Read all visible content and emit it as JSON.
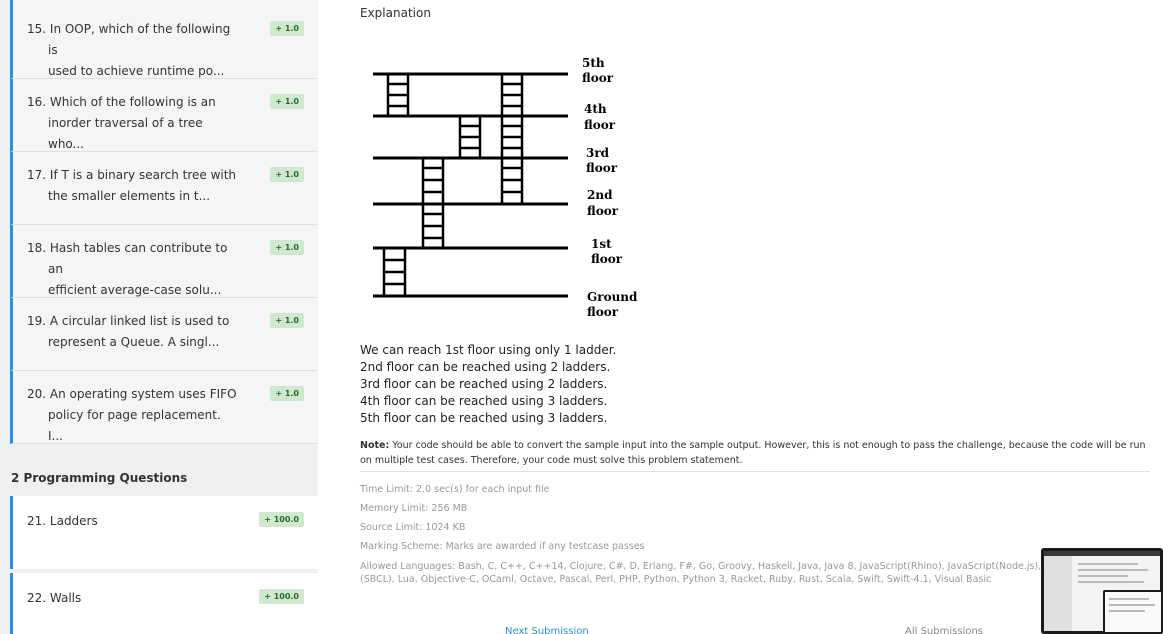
{
  "sidebar": {
    "mcq_items": [
      {
        "line1": "15. In OOP, which of the following is",
        "line2": "used to achieve runtime po...",
        "badge": "+ 1.0"
      },
      {
        "line1": "16. Which of the following is an",
        "line2": "inorder traversal of a tree who...",
        "badge": "+ 1.0"
      },
      {
        "line1": "17. If T is a binary search tree with",
        "line2": "the smaller elements in t...",
        "badge": "+ 1.0"
      },
      {
        "line1": "18. Hash tables can contribute to an",
        "line2": "efficient average-case solu...",
        "badge": "+ 1.0"
      },
      {
        "line1": "19. A circular linked list is used to",
        "line2": "represent a Queue. A singl...",
        "badge": "+ 1.0"
      },
      {
        "line1": "20. An operating system uses FIFO",
        "line2": "policy for page replacement. I...",
        "badge": "+ 1.0"
      }
    ],
    "section_heading": "2 Programming Questions",
    "programming_items": [
      {
        "label": "21. Ladders",
        "badge": "+ 100.0"
      },
      {
        "label": "22. Walls",
        "badge": "+ 100.0"
      }
    ]
  },
  "main": {
    "explanation_title": "Explanation",
    "figure_labels": {
      "f5a": "5th",
      "f5b": "floor",
      "f4a": "4th",
      "f4b": "floor",
      "f3a": "3rd",
      "f3b": "floor",
      "f2a": "2nd",
      "f2b": "floor",
      "f1a": "1st",
      "f1b": "floor",
      "f0a": "Ground",
      "f0b": "floor"
    },
    "explanation_lines": [
      "We can reach 1st floor using only 1 ladder.",
      "2nd floor can be reached using 2 ladders.",
      "3rd floor can be reached using 2 ladders.",
      "4th floor can be reached using 3 ladders.",
      "5th floor can be reached using 3 ladders."
    ],
    "note_label": "Note:",
    "note_text": " Your code should be able to convert the sample input into the sample output. However, this is not enough to pass the challenge, because the code will be run on multiple test cases. Therefore, your code must solve this problem statement.",
    "time_limit": "Time Limit: 2.0 sec(s) for each input file",
    "memory_limit": "Memory Limit: 256 MB",
    "source_limit": "Source Limit: 1024 KB",
    "marking_scheme": "Marking Scheme: Marks are awarded if any testcase passes",
    "allowed_languages_1": "Allowed Languages: Bash, C, C++, C++14, Clojure, C#, D, Erlang, F#, Go, Groovy, Haskell, Java, Java 8, JavaScript(Rhino), JavaScript(Node.js), Julia,",
    "allowed_languages_2": "(SBCL), Lua, Objective-C, OCaml, Octave, Pascal, Perl, PHP, Python, Python 3, Racket, Ruby, Rust, Scala, Swift, Swift-4.1, Visual Basic",
    "footer_left": "Next Submission",
    "footer_right": "All Submissions"
  },
  "colors": {
    "accent": "#2a93d5",
    "badge_bg": "#cfe8cf",
    "badge_text": "#2d6a2d"
  }
}
